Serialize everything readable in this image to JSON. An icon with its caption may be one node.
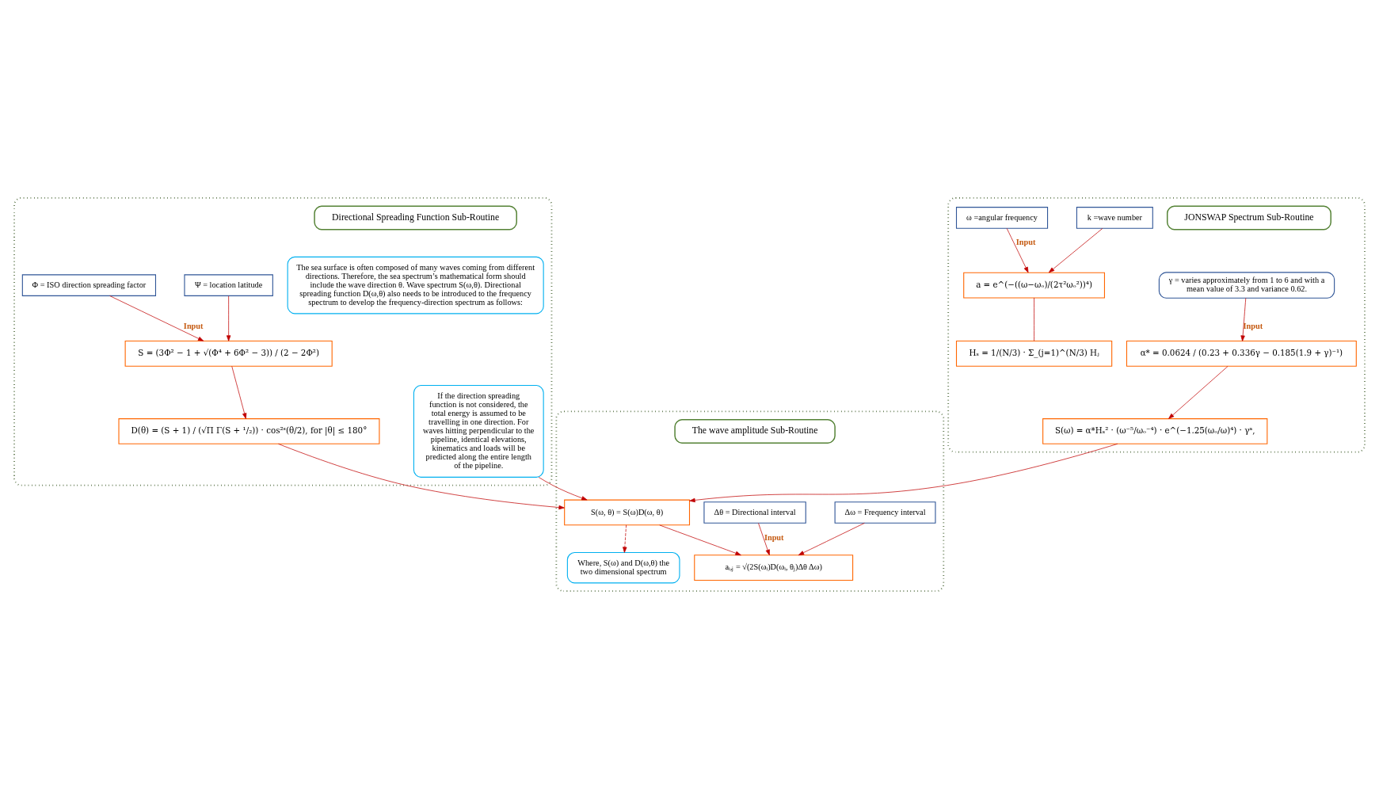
{
  "diagram": {
    "nodes": [
      {
        "text": [],
        "shape": "box"
      },
      {
        "text": [
          "Directional Spreading Function Sub-Routine"
        ],
        "in": 0
      },
      {
        "text": [
          "The sea surface is often composed of many waves coming from different directions. Therefore, the sea spectrum’s mathematical form should include the wave direction θ. Wave spectrum S(ω,θ). Directional spreading function D(ω,θ) also needs to be introduced to the frequency spectrum to develop the frequency-direction spectrum as follows:"
        ],
        "in": 0
      },
      {
        "text": [
          "Φ = ISO direction spreading factor"
        ],
        "in": 0
      },
      {
        "text": [
          "Ψ = location latitude"
        ],
        "in": 0
      },
      {
        "text": [
          "S = (3Φ² − 1 + √(Φ⁴ + 6Φ² − 3)) / (2 − 2Φ²)"
        ],
        "in": 0
      },
      {
        "text": [
          "D(θ) = (S + 1) / (√Π Γ(S + ¹/₂)) · cos²ˢ(θ/2), for |θ| ≤ 180°"
        ],
        "in": 0
      },
      {
        "text": [
          "If the direction spreading function is not considered, the total energy is assumed to be travelling in one direction. For waves hitting perpendicular to the pipeline, identical elevations, kinematics and loads will be predicted along the entire length of the pipeline."
        ],
        "in": 0
      },
      {
        "text": [],
        "shape": "box"
      },
      {
        "text": [
          "JONSWAP Spectrum Sub-Routine"
        ],
        "in": 8
      },
      {
        "text": [
          "γ = varies approximately from 1 to 6 and with a mean value of 3.3 and variance 0.62."
        ],
        "in": 8
      },
      {
        "text": [
          "α* = 0.0624 / (0.23 + 0.336γ − 0.185(1.9 + γ)⁻¹)"
        ],
        "in": 8
      },
      {
        "text": [
          "ω =angular frequency"
        ],
        "in": 8
      },
      {
        "text": [
          "k =wave number"
        ],
        "in": 8
      },
      {
        "text": [
          "a = e^(−((ω−ωₒ)/(2τ²ωₒ²))⁴)"
        ],
        "in": 8
      },
      {
        "text": [
          "Hₛ = 1/(N/3) · Σ_(j=1)^(N/3) Hⱼ"
        ],
        "in": 8
      },
      {
        "text": [
          "S(ω) = α*Hₛ² · (ω⁻⁵/ωₒ⁻⁴) · e^(−1.25(ωₒ/ω)⁴) · γᵃ,"
        ],
        "in": 8
      },
      {
        "text": [],
        "shape": "box"
      },
      {
        "text": [
          "The wave amplitude Sub-Routine"
        ],
        "in": 17
      },
      {
        "text": [
          "S(ω, θ) = S(ω)D(ω, θ)"
        ],
        "in": 17
      },
      {
        "text": [
          "Δθ = Directional interval"
        ],
        "in": 17
      },
      {
        "text": [
          "Δω = Frequency interval"
        ],
        "in": 17
      },
      {
        "text": [
          "aᵢ,ⱼ = √(2S(ωᵢ)D(ωᵢ, θⱼ)Δθ Δω)"
        ],
        "in": 17
      },
      {
        "text": [
          "Where, S(ω) and D(ω,θ) the two dimensional spectrum"
        ],
        "in": 17
      }
    ],
    "edges": [
      {
        "from": 3,
        "to": 5,
        "arrow": "to",
        "label": "Input"
      },
      {
        "from": 4,
        "to": 5,
        "arrow": "to"
      },
      {
        "from": 5,
        "to": 6,
        "arrow": "to"
      },
      {
        "from": 10,
        "to": 11,
        "arrow": "to",
        "label": "Input"
      },
      {
        "from": 12,
        "to": 14,
        "arrow": "to",
        "label": "Input"
      },
      {
        "from": 13,
        "to": 14,
        "arrow": "to"
      },
      {
        "from": 11,
        "to": 16,
        "arrow": "to"
      },
      {
        "from": 14,
        "to": 15,
        "arrow": "none"
      },
      {
        "from": 6,
        "to": 19,
        "arrow": "to"
      },
      {
        "from": 7,
        "to": 19,
        "arrow": "to"
      },
      {
        "from": 16,
        "to": 19,
        "arrow": "to"
      },
      {
        "from": 19,
        "to": 22,
        "arrow": "to"
      },
      {
        "from": 20,
        "to": 22,
        "arrow": "to",
        "label": "Input"
      },
      {
        "from": 21,
        "to": 22,
        "arrow": "to"
      },
      {
        "from": 19,
        "to": 23,
        "arrow": "to",
        "style": "dashed"
      }
    ]
  }
}
